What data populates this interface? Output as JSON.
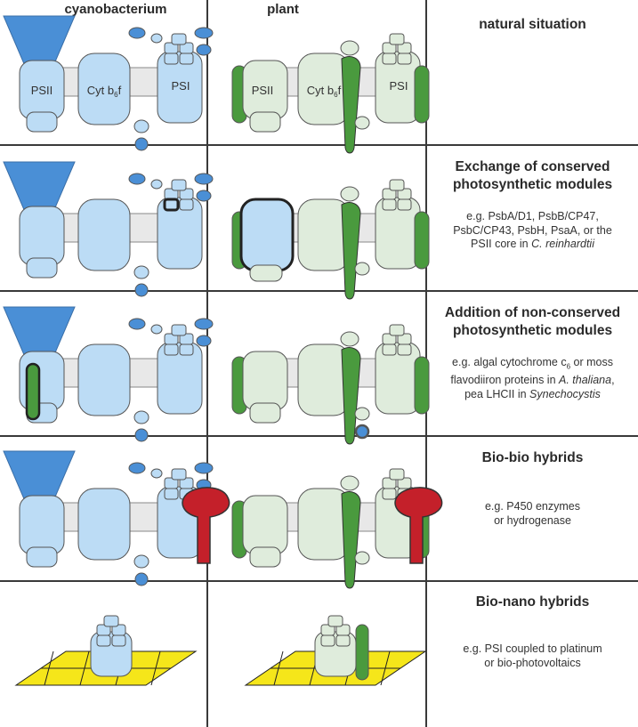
{
  "columns": {
    "cyanobacterium": "cyanobacterium",
    "plant": "plant"
  },
  "labels": {
    "psii": "PSII",
    "cyt": "Cyt b",
    "cyt_sub": "6",
    "cyt_f": "f",
    "psi": "PSI"
  },
  "rows": [
    {
      "title": [
        "natural situation"
      ],
      "desc": []
    },
    {
      "title": [
        "Exchange of conserved",
        "photosynthetic modules"
      ],
      "desc": [
        [
          "e.g. PsbA/D1, PsbB/CP47,"
        ],
        [
          "PsbC/CP43, PsbH, PsaA, or the"
        ],
        [
          "PSII core in ",
          {
            "i": "C. reinhardtii"
          }
        ]
      ]
    },
    {
      "title": [
        "Addition of non-conserved",
        "photosynthetic modules"
      ],
      "desc": [
        [
          "e.g. algal cytochrome c",
          {
            "sub": "6"
          },
          " or moss"
        ],
        [
          "flavodiiron proteins in ",
          {
            "i": "A. thaliana"
          },
          ","
        ],
        [
          "pea LHCII in ",
          {
            "i": "Synechocystis"
          }
        ]
      ]
    },
    {
      "title": [
        "Bio-bio hybrids"
      ],
      "desc": [
        [
          "e.g. P450 enzymes"
        ],
        [
          "or hydrogenase"
        ]
      ]
    },
    {
      "title": [
        "Bio-nano hybrids"
      ],
      "desc": [
        [
          "e.g. PSI coupled to platinum"
        ],
        [
          "or bio-photovoltaics"
        ]
      ]
    }
  ],
  "colors": {
    "cyano_fill": "#bcdcf5",
    "cyano_accent": "#4a8fd6",
    "plant_fill": "#dfecdc",
    "plant_accent": "#4a9a3e",
    "membrane": "#e8e8e8",
    "outline": "#555555",
    "hybrid_red": "#c4202a",
    "electrode": "#f5e61a"
  }
}
